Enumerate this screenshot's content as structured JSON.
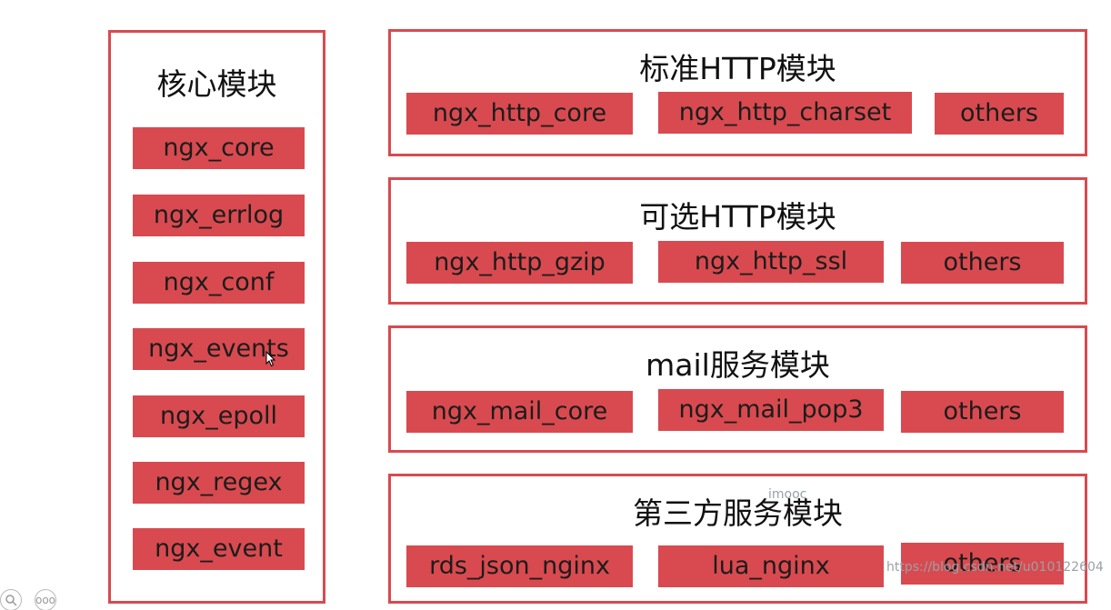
{
  "core": {
    "title": "核心模块",
    "items": [
      "ngx_core",
      "ngx_errlog",
      "ngx_conf",
      "ngx_events",
      "ngx_epoll",
      "ngx_regex",
      "ngx_event"
    ]
  },
  "groups": [
    {
      "title": "标准HTTP模块",
      "items": [
        "ngx_http_core",
        "ngx_http_charset",
        "others"
      ]
    },
    {
      "title": "可选HTTP模块",
      "items": [
        "ngx_http_gzip",
        "ngx_http_ssl",
        "others"
      ]
    },
    {
      "title": "mail服务模块",
      "items": [
        "ngx_mail_core",
        "ngx_mail_pop3",
        "others"
      ]
    },
    {
      "title": "第三方服务模块",
      "items": [
        "rds_json_nginx",
        "lua_nginx",
        "others"
      ]
    }
  ],
  "watermarks": {
    "center": "imooc",
    "url": "https://blog.csdn.net/u010122604"
  },
  "toolbar": {
    "zoom_icon": "magnifier-icon",
    "more_icon": "more-icon",
    "more_glyph": "ooo"
  },
  "colors": {
    "accent": "#d84a4f",
    "text": "#111111"
  }
}
